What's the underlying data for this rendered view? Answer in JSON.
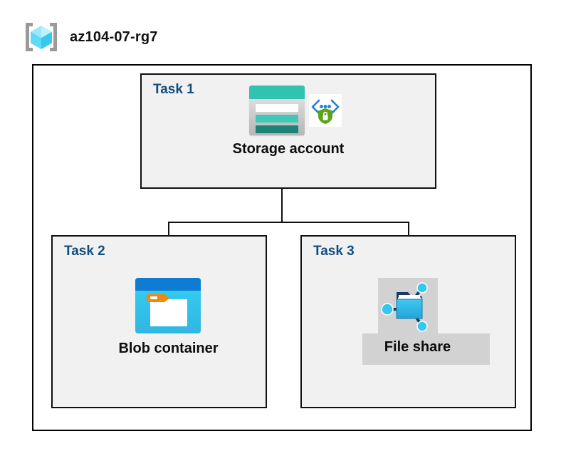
{
  "resource_group": {
    "name": "az104-07-rg7",
    "icon": "resource-group-cube-icon"
  },
  "tasks": [
    {
      "id": "task1",
      "label": "Task 1",
      "node": {
        "caption": "Storage account",
        "icon": "storage-account-icon",
        "secondary_icon": "secure-endpoint-shield-icon",
        "highlighted": false
      }
    },
    {
      "id": "task2",
      "label": "Task 2",
      "node": {
        "caption": "Blob container",
        "icon": "blob-container-icon",
        "highlighted": false
      }
    },
    {
      "id": "task3",
      "label": "Task 3",
      "node": {
        "caption": "File share",
        "icon": "file-share-icon",
        "highlighted": true
      }
    }
  ],
  "colors": {
    "task_label": "#124E7C",
    "task_box_fill": "#F1F1F1",
    "border": "#111111",
    "storage_teal": "#32C2B2",
    "storage_teal_dark": "#1D8276",
    "blob_blue": "#0F7CD4",
    "blob_cyan": "#35D0F2",
    "blob_orange": "#F2870D",
    "fileshare_node": "#32C8F0",
    "fileshare_folder": "#2AAEE0",
    "shield_green": "#5BA417",
    "highlight_gray": "#D2D2D2",
    "cube_cyan": "#4FD8F7",
    "bracket_gray": "#9A9A9A"
  }
}
